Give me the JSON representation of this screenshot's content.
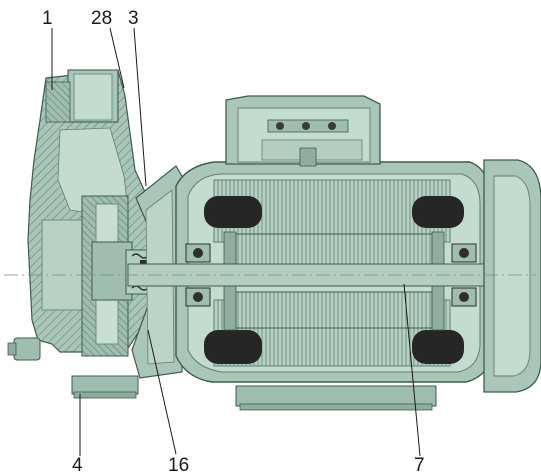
{
  "diagram": {
    "callouts": [
      {
        "id": "c1",
        "text": "1"
      },
      {
        "id": "c28",
        "text": "28"
      },
      {
        "id": "c3",
        "text": "3"
      },
      {
        "id": "c4",
        "text": "4"
      },
      {
        "id": "c16",
        "text": "16"
      },
      {
        "id": "c7",
        "text": "7"
      }
    ],
    "colors": {
      "housing": "#a9c6b9",
      "housing_dark": "#7fa393",
      "hatch": "#5e7f72",
      "outline": "#3f5a50",
      "winding": "#262626",
      "background": "#ffffff",
      "text": "#1a1a1a"
    }
  }
}
